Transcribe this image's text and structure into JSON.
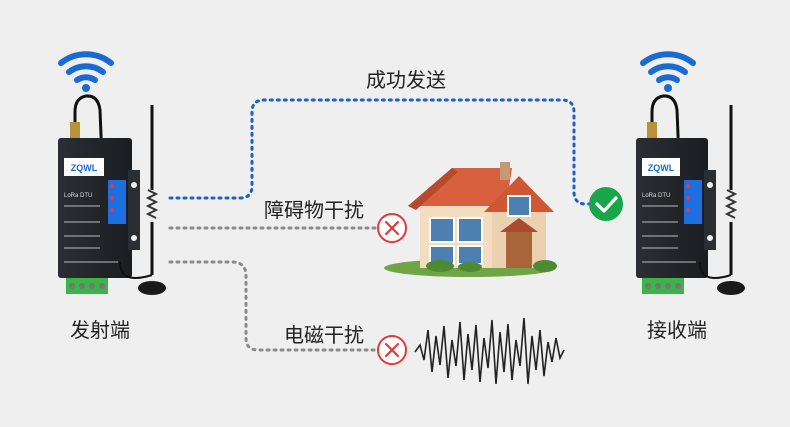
{
  "labels": {
    "sender": "发射端",
    "receiver": "接收端",
    "success": "成功发送",
    "obstacle": "障碍物干扰",
    "em": "电磁干扰"
  },
  "device": {
    "brand": "ZQWL",
    "model": "LoRa DTU"
  },
  "colors": {
    "success_path": "#1e5fd0",
    "interference_path": "#8a8a8a",
    "wifi": "#1a6ad6",
    "ok": "#19a64a",
    "fail": "#e23a3a"
  }
}
